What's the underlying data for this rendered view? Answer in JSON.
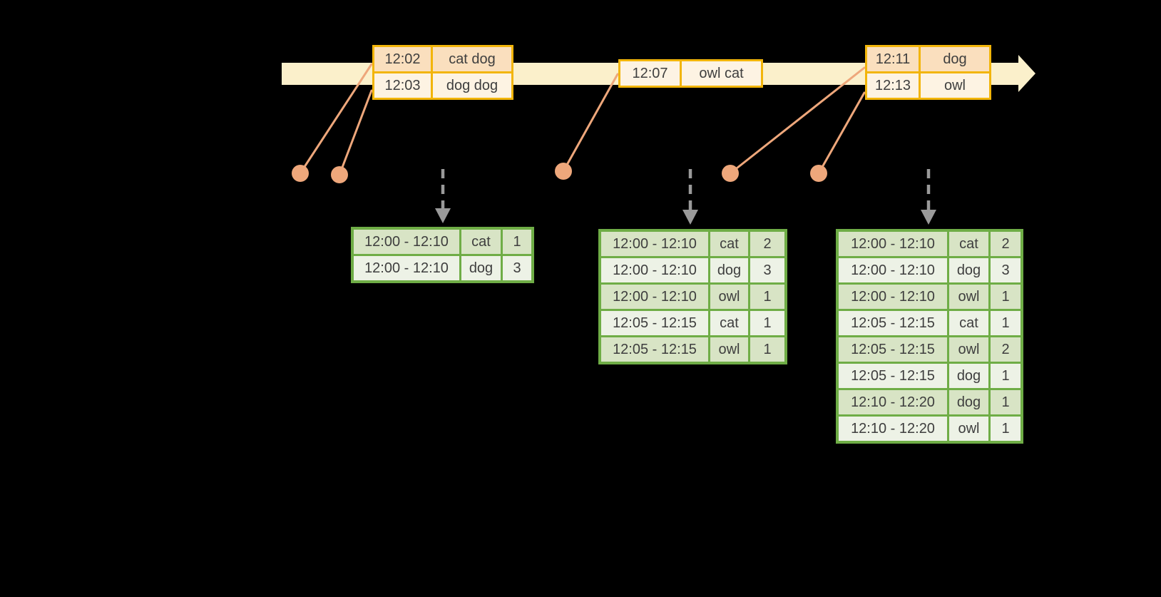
{
  "colors": {
    "bg": "#000000",
    "band": "#fbf0cb",
    "gold": "#f2b50a",
    "peachDark": "#fadfbe",
    "peachLight": "#fdf3e3",
    "dot": "#eea77b",
    "gray": "#9a9a9a",
    "green": "#6fad46",
    "greenDark": "#d8e4c5",
    "greenLight": "#edf2e6",
    "ink": "#3e3e3e"
  },
  "icons": {
    "timeline_arrowhead": "right-pointing solid arrowhead on cream timeline band",
    "event_marker": "filled salmon circle",
    "trigger_arrow": "gray dashed vertical arrow with solid chevron head"
  },
  "event_tables": [
    {
      "id": "e1",
      "rows": [
        {
          "time": "12:02",
          "words": "cat dog",
          "shade": "dark"
        },
        {
          "time": "12:03",
          "words": "dog dog",
          "shade": "light"
        }
      ]
    },
    {
      "id": "e2",
      "rows": [
        {
          "time": "12:07",
          "words": "owl cat",
          "shade": "light"
        }
      ]
    },
    {
      "id": "e3",
      "rows": [
        {
          "time": "12:11",
          "words": "dog",
          "shade": "dark"
        },
        {
          "time": "12:13",
          "words": "owl",
          "shade": "light"
        }
      ]
    }
  ],
  "result_tables": [
    {
      "id": "r1",
      "rows": [
        {
          "window": "12:00 - 12:10",
          "word": "cat",
          "count": "1"
        },
        {
          "window": "12:00 - 12:10",
          "word": "dog",
          "count": "3"
        }
      ]
    },
    {
      "id": "r2",
      "rows": [
        {
          "window": "12:00 - 12:10",
          "word": "cat",
          "count": "2"
        },
        {
          "window": "12:00 - 12:10",
          "word": "dog",
          "count": "3"
        },
        {
          "window": "12:00 - 12:10",
          "word": "owl",
          "count": "1"
        },
        {
          "window": "12:05 - 12:15",
          "word": "cat",
          "count": "1"
        },
        {
          "window": "12:05 - 12:15",
          "word": "owl",
          "count": "1"
        }
      ]
    },
    {
      "id": "r3",
      "rows": [
        {
          "window": "12:00 - 12:10",
          "word": "cat",
          "count": "2"
        },
        {
          "window": "12:00 - 12:10",
          "word": "dog",
          "count": "3"
        },
        {
          "window": "12:00 - 12:10",
          "word": "owl",
          "count": "1"
        },
        {
          "window": "12:05 - 12:15",
          "word": "cat",
          "count": "1"
        },
        {
          "window": "12:05 - 12:15",
          "word": "owl",
          "count": "2"
        },
        {
          "window": "12:05 - 12:15",
          "word": "dog",
          "count": "1"
        },
        {
          "window": "12:10 - 12:20",
          "word": "dog",
          "count": "1"
        },
        {
          "window": "12:10 - 12:20",
          "word": "owl",
          "count": "1"
        }
      ]
    }
  ]
}
